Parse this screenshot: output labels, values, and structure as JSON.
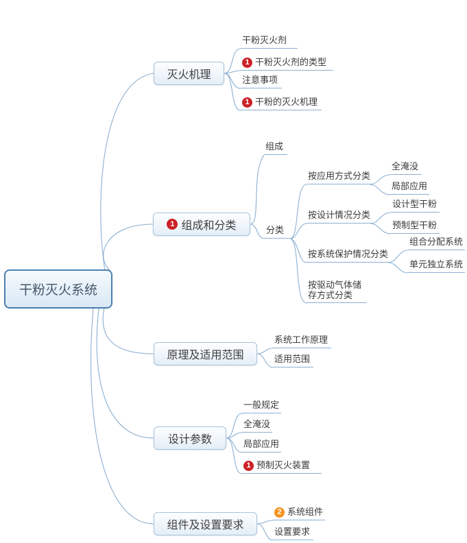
{
  "root": {
    "label": "干粉灭火系统"
  },
  "branches": [
    {
      "label": "灭火机理",
      "children": [
        {
          "label": "干粉灭火剂"
        },
        {
          "badge": "1",
          "label": "干粉灭火剂的类型"
        },
        {
          "label": "注意事项"
        },
        {
          "badge": "1",
          "label": "干粉的灭火机理"
        }
      ]
    },
    {
      "badge": "1",
      "label": "组成和分类",
      "children": [
        {
          "label": "组成"
        },
        {
          "label": "分类",
          "children": [
            {
              "label": "按应用方式分类",
              "children": [
                {
                  "label": "全淹没"
                },
                {
                  "label": "局部应用"
                }
              ]
            },
            {
              "label": "按设计情况分类",
              "children": [
                {
                  "label": "设计型干粉"
                },
                {
                  "label": "预制型干粉"
                }
              ]
            },
            {
              "label": "按系统保护情况分类",
              "children": [
                {
                  "label": "组合分配系统"
                },
                {
                  "label": "单元独立系统"
                }
              ]
            },
            {
              "label": "按驱动气体储存方式分类"
            }
          ]
        }
      ]
    },
    {
      "label": "原理及适用范围",
      "children": [
        {
          "label": "系统工作原理"
        },
        {
          "label": "适用范围"
        }
      ]
    },
    {
      "label": "设计参数",
      "children": [
        {
          "label": "一般规定"
        },
        {
          "label": "全淹没"
        },
        {
          "label": "局部应用"
        },
        {
          "badge": "1",
          "label": "预制灭火装置"
        }
      ]
    },
    {
      "label": "组件及设置要求",
      "children": [
        {
          "badge": "2",
          "label": "系统组件"
        },
        {
          "label": "设置要求"
        }
      ]
    }
  ],
  "colors": {
    "root_border": "#4d80b0",
    "topic_border": "#a8c2da",
    "connector": "#8bafd1",
    "badge_red": "#cb2127",
    "badge_orange": "#f6921e",
    "background": "#ffffff"
  }
}
